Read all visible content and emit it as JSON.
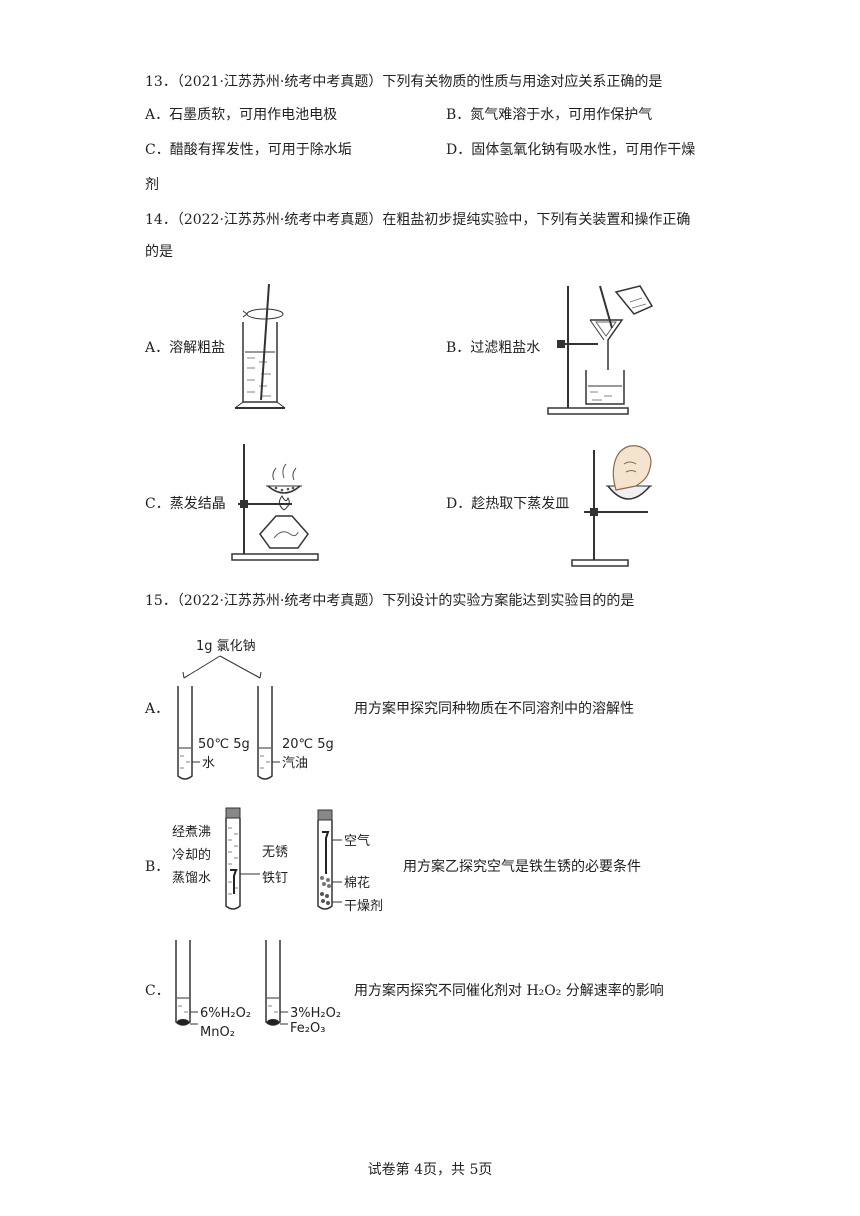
{
  "q13": {
    "stem": "13．（2021·江苏苏州·统考中考真题）下列有关物质的性质与用途对应关系正确的是",
    "A": "A．石墨质软，可用作电池电极",
    "B": "B．氮气难溶于水，可用作保护气",
    "C": "C．醋酸有挥发性，可用于除水垢",
    "D": "D．固体氢氧化钠有吸水性，可用作干燥",
    "D_wrap": "剂"
  },
  "q14": {
    "stem1": "14．（2022·江苏苏州·统考中考真题）在粗盐初步提纯实验中，下列有关装置和操作正确",
    "stem2": "的是",
    "A": "A．溶解粗盐",
    "B": "B．过滤粗盐水",
    "C": "C．蒸发结晶",
    "D": "D．趁热取下蒸发皿"
  },
  "q15": {
    "stem": "15．（2022·江苏苏州·统考中考真题）下列设计的实验方案能达到实验目的的是",
    "A": {
      "label": "A．",
      "top_label": "1g 氯化钠",
      "tube1": "50℃ 5g",
      "tube1_liquid": "水",
      "tube2": "20℃ 5g",
      "tube2_liquid": "汽油",
      "text": "用方案甲探究同种物质在不同溶剂中的溶解性"
    },
    "B": {
      "label": "B．",
      "water1": "经煮沸",
      "water2": "冷却的",
      "water3": "蒸馏水",
      "nail1": "无锈",
      "nail2": "铁钉",
      "air": "空气",
      "cotton": "棉花",
      "desiccant": "干燥剂",
      "text": "用方案乙探究空气是铁生锈的必要条件"
    },
    "C": {
      "label": "C．",
      "tube1": "6%H₂O₂",
      "tube1_cat": "MnO₂",
      "tube2": "3%H₂O₂",
      "tube2_cat": "Fe₂O₃",
      "text": "用方案丙探究不同催化剂对 H₂O₂ 分解速率的影响"
    }
  },
  "footer": "试卷第 4页，共 5页"
}
